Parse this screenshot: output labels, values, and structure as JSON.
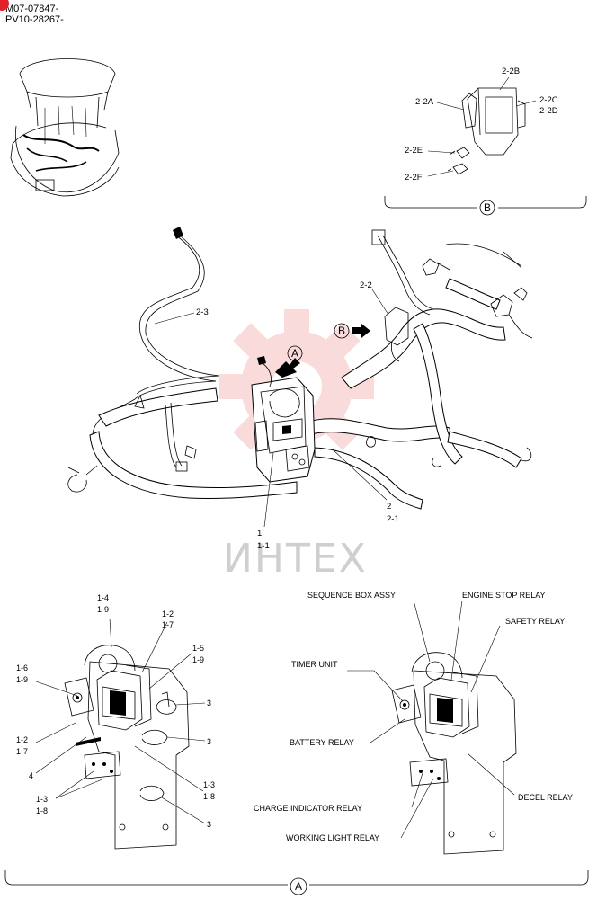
{
  "serial": [
    "M07-07847-",
    "PV10-28267-"
  ],
  "watermark": "ИНТЕХ",
  "views": {
    "a": "A",
    "b": "B"
  },
  "b_labels": {
    "l2_2a": "2-2A",
    "l2_2b": "2-2B",
    "l2_2c": "2-2C",
    "l2_2d": "2-2D",
    "l2_2e": "2-2E",
    "l2_2f": "2-2F"
  },
  "main_labels": {
    "l2_3": "2-3",
    "l2_2": "2-2",
    "l2": "2",
    "l2_1": "2-1",
    "l1": "1",
    "l1_1": "1-1"
  },
  "a_left_labels": {
    "l1_4": "1-4",
    "l1_9a": "1-9",
    "l1_2a": "1-2",
    "l1_7a": "1-7",
    "l1_5": "1-5",
    "l1_9b": "1-9",
    "l1_6": "1-6",
    "l1_9c": "1-9",
    "l3a": "3",
    "l3b": "3",
    "l1_2b": "1-2",
    "l1_7b": "1-7",
    "l4": "4",
    "l1_3a": "1-3",
    "l1_8a": "1-8",
    "l1_3b": "1-3",
    "l1_8b": "1-8",
    "l3c": "3"
  },
  "a_right_labels": {
    "sequence_box": "SEQUENCE BOX ASSY",
    "engine_stop": "ENGINE STOP RELAY",
    "safety": "SAFETY RELAY",
    "timer": "TIMER UNIT",
    "battery": "BATTERY RELAY",
    "charge": "CHARGE INDICATOR RELAY",
    "decel": "DECEL RELAY",
    "working_light": "WORKING LIGHT RELAY"
  },
  "colors": {
    "line": "#000000",
    "watermark": "#f4b8b8",
    "badge": "#e0202a"
  }
}
